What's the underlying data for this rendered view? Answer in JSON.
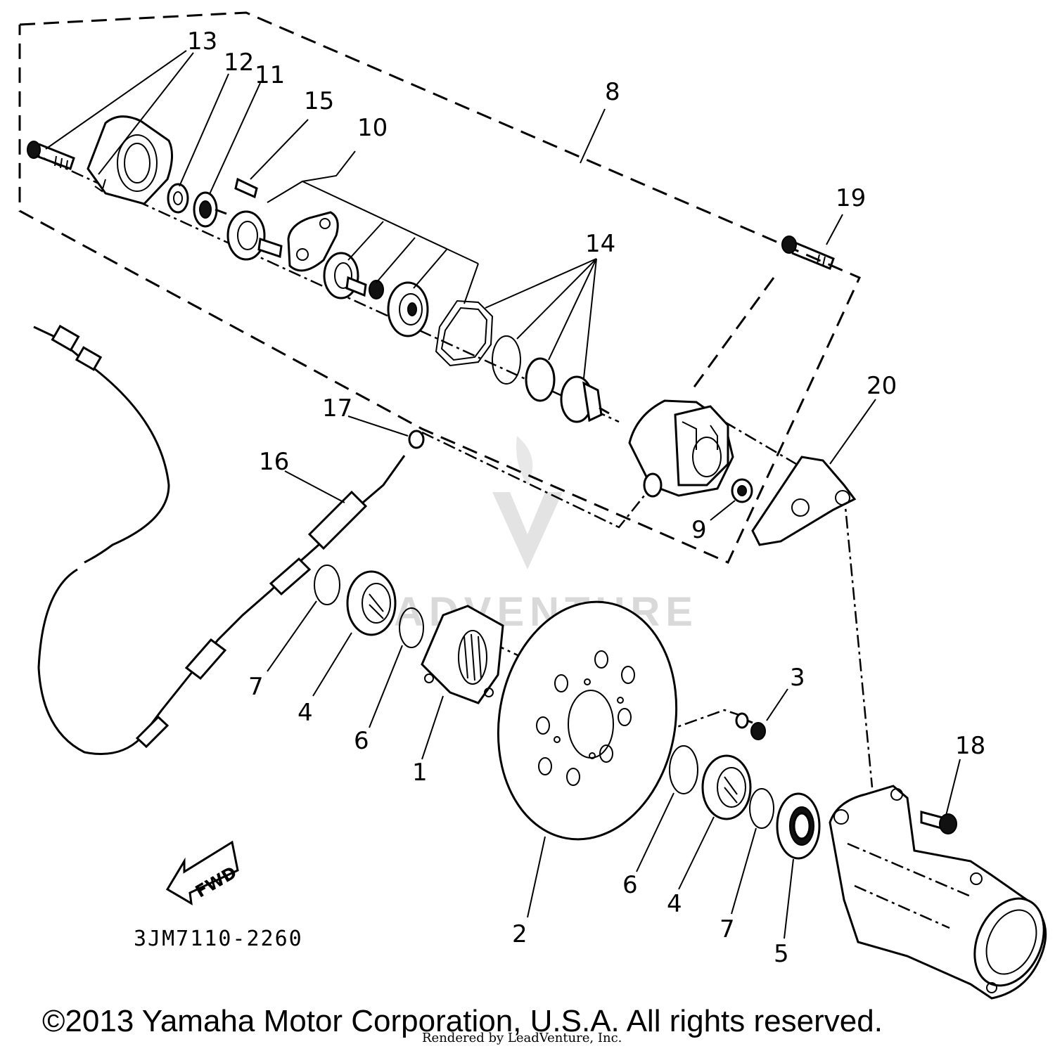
{
  "diagram": {
    "callouts": [
      "13",
      "12",
      "11",
      "15",
      "10",
      "8",
      "19",
      "14",
      "20",
      "17",
      "16",
      "9",
      "3",
      "7",
      "4",
      "6",
      "1",
      "18",
      "2",
      "6",
      "4",
      "7",
      "5"
    ],
    "part_number": "3JM7110-2260",
    "fwd_label": "FWD",
    "watermark": "ADVENTURE"
  },
  "footer": {
    "copyright": "©2013 Yamaha Motor Corporation, U.S.A. All rights reserved.",
    "rendered_by": "Rendered by LeadVenture, Inc."
  }
}
